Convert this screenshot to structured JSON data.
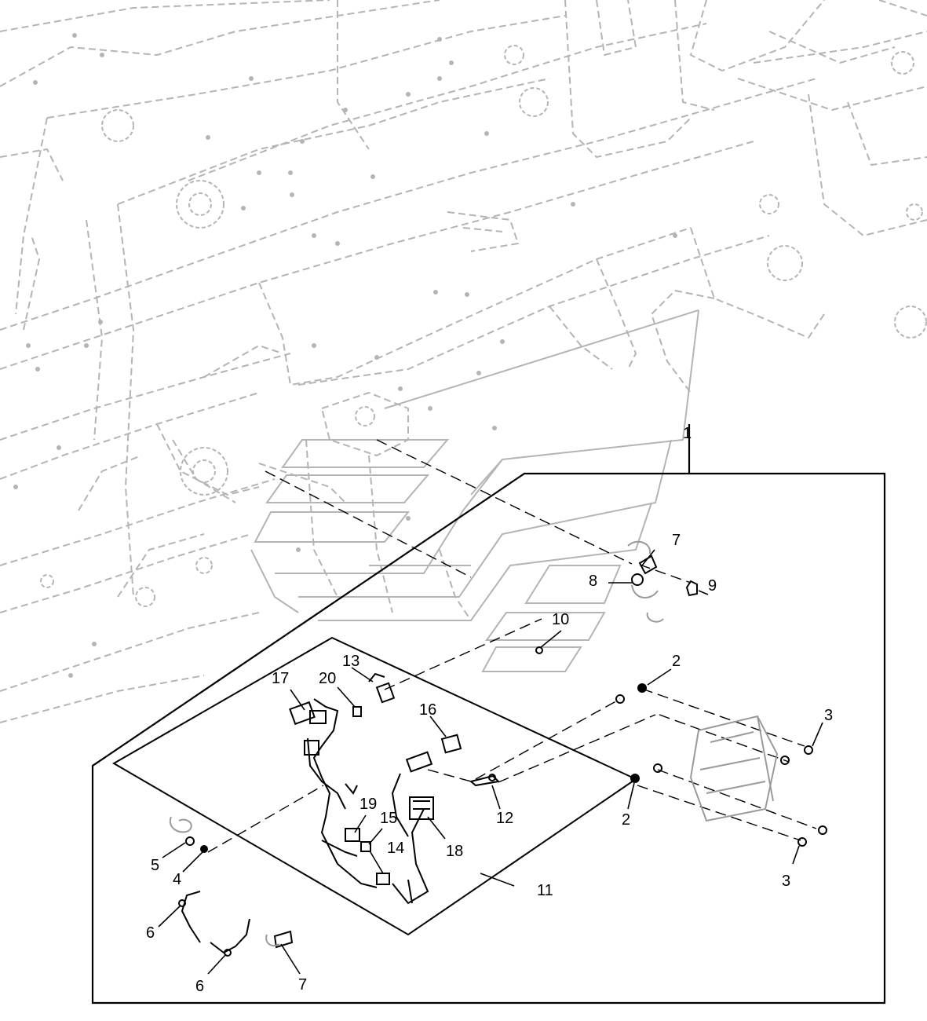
{
  "callouts": {
    "c1": "1",
    "c2a": "2",
    "c2b": "2",
    "c3a": "3",
    "c3b": "3",
    "c4": "4",
    "c5": "5",
    "c6a": "6",
    "c6b": "6",
    "c7a": "7",
    "c7b": "7",
    "c8": "8",
    "c9": "9",
    "c10": "10",
    "c11": "11",
    "c12": "12",
    "c13": "13",
    "c14": "14",
    "c15": "15",
    "c16": "16",
    "c17": "17",
    "c18": "18",
    "c19": "19",
    "c20": "20"
  }
}
